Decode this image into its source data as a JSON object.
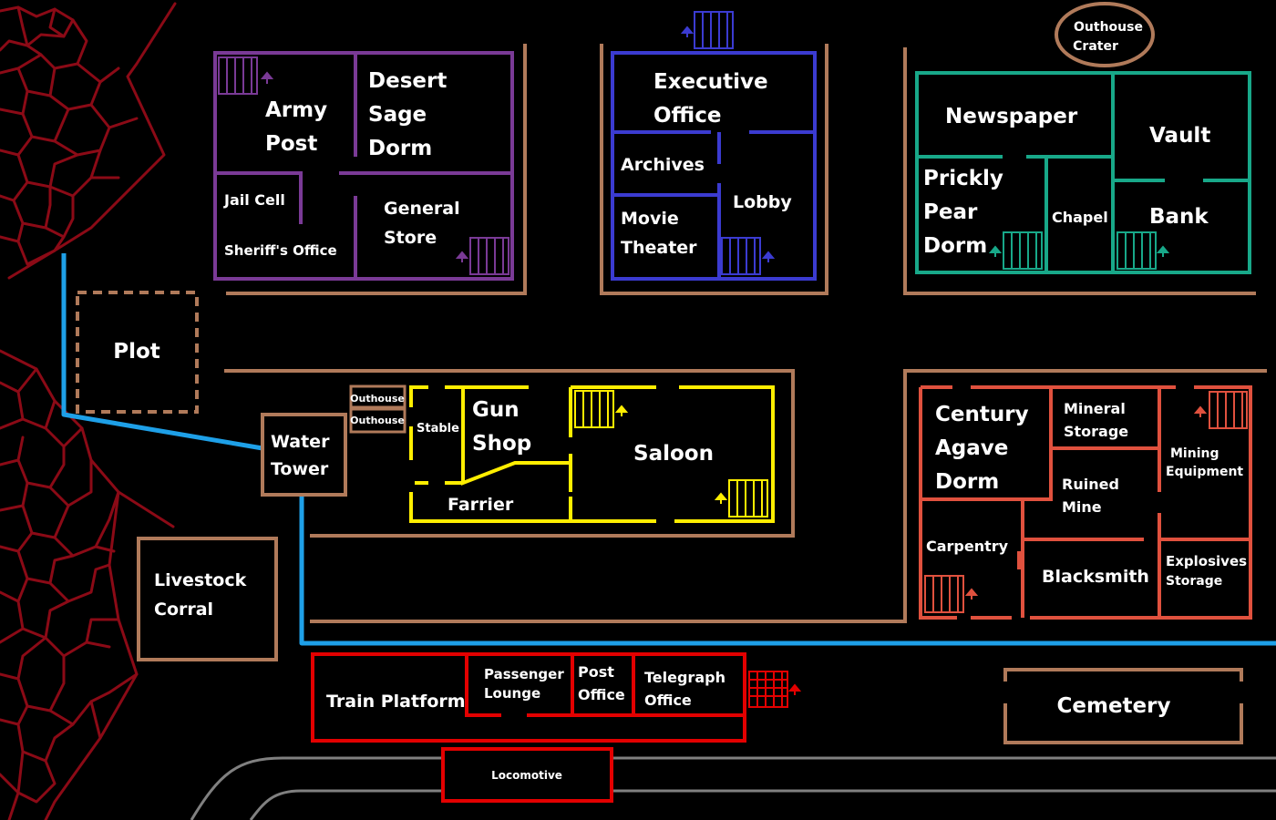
{
  "colors": {
    "background": "#000000",
    "brown": "#b07a5a",
    "purple": "#7a3a96",
    "blue": "#3b3bd1",
    "teal": "#18a889",
    "yellow": "#ffee00",
    "coral": "#e0513e",
    "red": "#e30000",
    "water": "#1ea0e8",
    "rail": "#808080",
    "cracks": "#8b0a16"
  },
  "map": {
    "plot": "Plot",
    "outhouse_crater": [
      "Outhouse",
      "Crater"
    ],
    "water_tower": [
      "Water",
      "Tower"
    ],
    "outhouse_1": "Outhouse",
    "outhouse_2": "Outhouse",
    "livestock_corral": [
      "Livestock",
      "Corral"
    ],
    "cemetery": "Cemetery",
    "locomotive": "Locomotive"
  },
  "purple_block": {
    "army_post": [
      "Army",
      "Post"
    ],
    "desert_sage_dorm": [
      "Desert",
      "Sage",
      "Dorm"
    ],
    "jail_cell": "Jail Cell",
    "sheriffs_office": "Sheriff's Office",
    "general_store": [
      "General",
      "Store"
    ]
  },
  "blue_block": {
    "executive_office": [
      "Executive",
      "Office"
    ],
    "archives": "Archives",
    "lobby": "Lobby",
    "movie_theater": [
      "Movie",
      "Theater"
    ]
  },
  "teal_block": {
    "newspaper": "Newspaper",
    "vault": "Vault",
    "prickly_pear_dorm": [
      "Prickly",
      "Pear",
      "Dorm"
    ],
    "chapel": "Chapel",
    "bank": "Bank"
  },
  "yellow_block": {
    "stable": "Stable",
    "gun_shop": [
      "Gun",
      "Shop"
    ],
    "farrier": "Farrier",
    "saloon": "Saloon"
  },
  "coral_block": {
    "century_agave_dorm": [
      "Century",
      "Agave",
      "Dorm"
    ],
    "mineral_storage": [
      "Mineral",
      "Storage"
    ],
    "mining_equipment": [
      "Mining",
      "Equipment"
    ],
    "ruined_mine": [
      "Ruined",
      "Mine"
    ],
    "carpentry": "Carpentry",
    "blacksmith": "Blacksmith",
    "explosives_storage": [
      "Explosives",
      "Storage"
    ]
  },
  "red_block": {
    "train_platform": "Train Platform",
    "passenger_lounge": [
      "Passenger",
      "Lounge"
    ],
    "post_office": [
      "Post",
      "Office"
    ],
    "telegraph_office": [
      "Telegraph",
      "Office"
    ]
  }
}
